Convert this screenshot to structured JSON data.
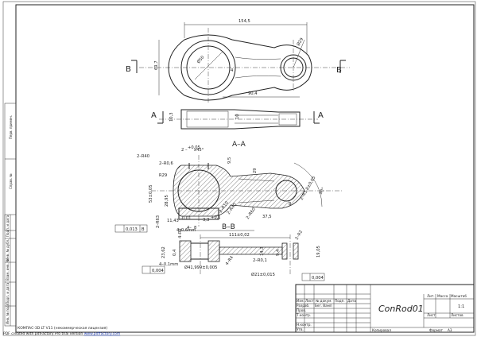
{
  "views": {
    "top": {
      "dims": [
        "154,5",
        "69,7",
        "Ø50",
        "4",
        "Ø29"
      ],
      "section_marks": [
        "B",
        "B"
      ]
    },
    "side": {
      "dims": [
        "90,4",
        "10,3",
        "10"
      ],
      "section_marks": [
        "A",
        "A"
      ]
    },
    "section_aa": {
      "title": "A–A",
      "dims": [
        "2–R40",
        "2–R0,6",
        "2 – ",
        "x45°",
        "R29",
        "53±0,05",
        "28,95",
        "11,43",
        "3,3",
        "2–R10",
        "2–R40",
        "2–R60",
        "37,5",
        "8",
        "2–R3,8±0,05",
        "90°",
        "9,5",
        "29",
        "4–",
        "2–R63"
      ],
      "tol_small": [
        "-0,01",
        "+0,1",
        "+0,05"
      ],
      "hole_dim": "8",
      "tolerance_frame": [
        "0,013",
        "B"
      ]
    },
    "section_bb": {
      "title": "B–B",
      "dims": [
        "111±0,02",
        "4–0,6mm",
        "23,62",
        "0,4",
        "4–0,1mm",
        "Ø41,999±0,005",
        "4–R4",
        "14,3",
        "9,4",
        "2–R0,1",
        "Ø21±0,015",
        "19,05",
        "2–R2",
        "4–R2"
      ],
      "tolerance_frames": [
        "0,004",
        "0,004"
      ]
    }
  },
  "title_block": {
    "drawing_code": "ConRod01",
    "labels": [
      "Лит.",
      "Масса",
      "Масштаб"
    ],
    "scale": "1:1",
    "sheet_labels": [
      "Лист",
      "Листов"
    ],
    "row_labels": [
      "Изм.",
      "Лист",
      "№ докум.",
      "Подп.",
      "Дата"
    ],
    "person_labels": [
      "Разраб.",
      "Пров.",
      "Т.контр.",
      "Н.контр.",
      "Утв."
    ],
    "designer": "Бег. Вамп",
    "copied_label": "Копировал",
    "format_label": "Формат",
    "format_value": "A3"
  },
  "side_stamps": [
    "Перв. примен.",
    "Справ. №",
    "Подп. и дата",
    "Инв. № дубл.",
    "Взам. инв. №",
    "Подп. и дата",
    "Инв. № подл."
  ],
  "footer": {
    "line1": "КОМПАС-3D LT V11 (некоммерческая лицензия)",
    "line2": "PDF created with pdfFactory Pro trial version",
    "link": "www.pdffactory.com"
  }
}
